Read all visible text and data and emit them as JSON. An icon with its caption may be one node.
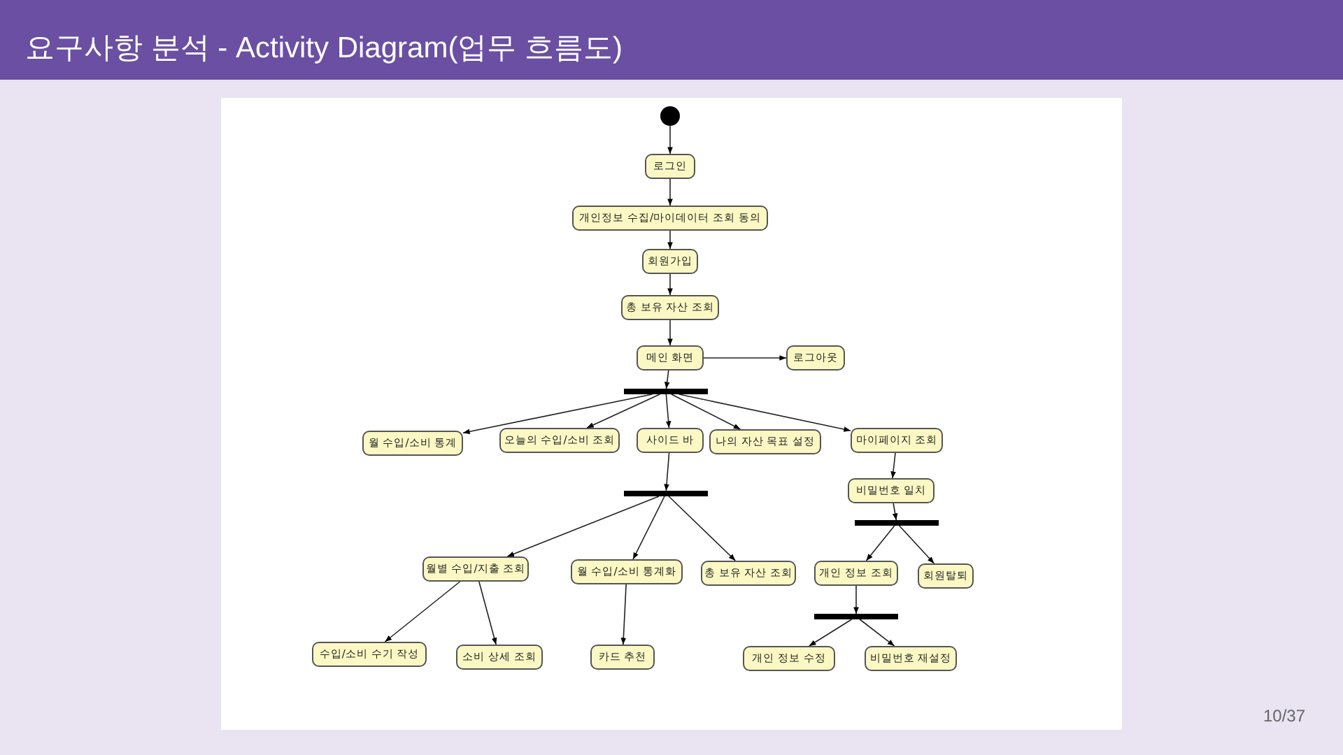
{
  "diagram": {
    "title": "요구사항 분석 - Activity Diagram(업무 흐름도)",
    "nodes": [
      {
        "text": [],
        "shape": "circle"
      },
      {
        "text": [
          "로그인"
        ]
      },
      {
        "text": [
          "개인정보 수집/마이데이터 조회 동의"
        ]
      },
      {
        "text": [
          "회원가입"
        ]
      },
      {
        "text": [
          "총 보유 자산 조회"
        ]
      },
      {
        "text": [
          "메인 화면"
        ]
      },
      {
        "text": [
          "로그아웃"
        ]
      },
      {
        "text": [],
        "shape": "bar"
      },
      {
        "text": [
          "월 수입/소비 통계"
        ]
      },
      {
        "text": [
          "오늘의 수입/소비 조회"
        ]
      },
      {
        "text": [
          "사이드 바"
        ]
      },
      {
        "text": [
          "나의 자산 목표 설정"
        ]
      },
      {
        "text": [
          "마이페이지 조회"
        ]
      },
      {
        "text": [],
        "shape": "bar"
      },
      {
        "text": [
          "비밀번호 일치"
        ]
      },
      {
        "text": [
          "월별 수입/지출 조회"
        ]
      },
      {
        "text": [
          "월 수입/소비 통계화"
        ]
      },
      {
        "text": [
          "총 보유 자산 조회"
        ]
      },
      {
        "text": [],
        "shape": "bar"
      },
      {
        "text": [
          "개인 정보 조회"
        ]
      },
      {
        "text": [
          "회원탈퇴"
        ]
      },
      {
        "text": [],
        "shape": "bar"
      },
      {
        "text": [
          "수입/소비 수기 작성"
        ]
      },
      {
        "text": [
          "소비 상세 조회"
        ]
      },
      {
        "text": [
          "카드 추천"
        ]
      },
      {
        "text": [
          "개인 정보 수정"
        ]
      },
      {
        "text": [
          "비밀번호 재설정"
        ]
      }
    ],
    "edges": [
      {
        "from": 0,
        "to": 1,
        "arrow": "to"
      },
      {
        "from": 1,
        "to": 2,
        "arrow": "to"
      },
      {
        "from": 2,
        "to": 3,
        "arrow": "to"
      },
      {
        "from": 3,
        "to": 4,
        "arrow": "to"
      },
      {
        "from": 4,
        "to": 5,
        "arrow": "to"
      },
      {
        "from": 5,
        "to": 6,
        "arrow": "to"
      },
      {
        "from": 5,
        "to": 7,
        "arrow": "to"
      },
      {
        "from": 7,
        "to": 8,
        "arrow": "to"
      },
      {
        "from": 7,
        "to": 9,
        "arrow": "to"
      },
      {
        "from": 7,
        "to": 10,
        "arrow": "to"
      },
      {
        "from": 7,
        "to": 11,
        "arrow": "to"
      },
      {
        "from": 7,
        "to": 12,
        "arrow": "to"
      },
      {
        "from": 10,
        "to": 13,
        "arrow": "to"
      },
      {
        "from": 12,
        "to": 14,
        "arrow": "to"
      },
      {
        "from": 13,
        "to": 15,
        "arrow": "to"
      },
      {
        "from": 13,
        "to": 16,
        "arrow": "to"
      },
      {
        "from": 13,
        "to": 17,
        "arrow": "to"
      },
      {
        "from": 14,
        "to": 18,
        "arrow": "to"
      },
      {
        "from": 18,
        "to": 19,
        "arrow": "to"
      },
      {
        "from": 18,
        "to": 20,
        "arrow": "to"
      },
      {
        "from": 15,
        "to": 22,
        "arrow": "to"
      },
      {
        "from": 15,
        "to": 23,
        "arrow": "to"
      },
      {
        "from": 16,
        "to": 24,
        "arrow": "to"
      },
      {
        "from": 19,
        "to": 21,
        "arrow": "to"
      },
      {
        "from": 21,
        "to": 25,
        "arrow": "to"
      },
      {
        "from": 21,
        "to": 26,
        "arrow": "to"
      }
    ],
    "labels": [
      "10/37"
    ]
  }
}
